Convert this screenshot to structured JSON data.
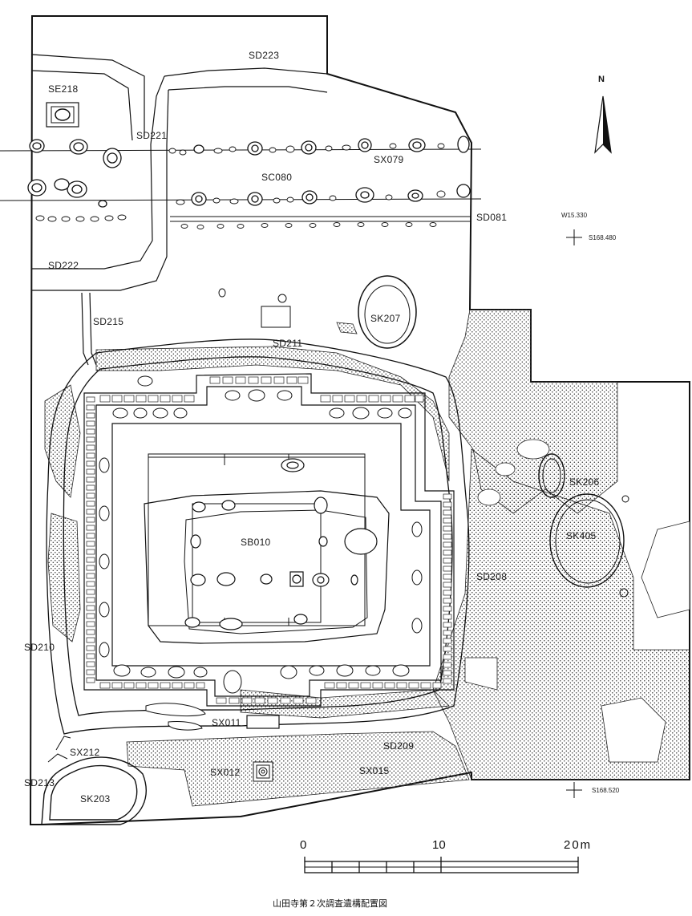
{
  "figure": {
    "caption": "山田寺第２次調査遺構配置図"
  },
  "north_arrow": {
    "label": "N"
  },
  "features": [
    {
      "id": "sd223",
      "label": "SD223"
    },
    {
      "id": "se218",
      "label": "SE218"
    },
    {
      "id": "sd221",
      "label": "SD221"
    },
    {
      "id": "sx079",
      "label": "SX079"
    },
    {
      "id": "sc080",
      "label": "SC080"
    },
    {
      "id": "sd081",
      "label": "SD081"
    },
    {
      "id": "sd222",
      "label": "SD222"
    },
    {
      "id": "sd215",
      "label": "SD215"
    },
    {
      "id": "sk207",
      "label": "SK207"
    },
    {
      "id": "sd211",
      "label": "SD211"
    },
    {
      "id": "sk206",
      "label": "SK206"
    },
    {
      "id": "sk405",
      "label": "SK405"
    },
    {
      "id": "sb010",
      "label": "SB010"
    },
    {
      "id": "sd208",
      "label": "SD208"
    },
    {
      "id": "sd210",
      "label": "SD210"
    },
    {
      "id": "sx011",
      "label": "SX011"
    },
    {
      "id": "sd209",
      "label": "SD209"
    },
    {
      "id": "sx212",
      "label": "SX212"
    },
    {
      "id": "sx012",
      "label": "SX012"
    },
    {
      "id": "sx015",
      "label": "SX015"
    },
    {
      "id": "sd213",
      "label": "SD213"
    },
    {
      "id": "sk203",
      "label": "SK203"
    }
  ],
  "grid_points": [
    {
      "id": "w15330",
      "label": "W15.330"
    },
    {
      "id": "s168480",
      "label": "S168.480"
    },
    {
      "id": "s168520",
      "label": "S168.520"
    }
  ],
  "scale_bar": {
    "ticks": [
      "0",
      "10",
      "20m"
    ]
  }
}
